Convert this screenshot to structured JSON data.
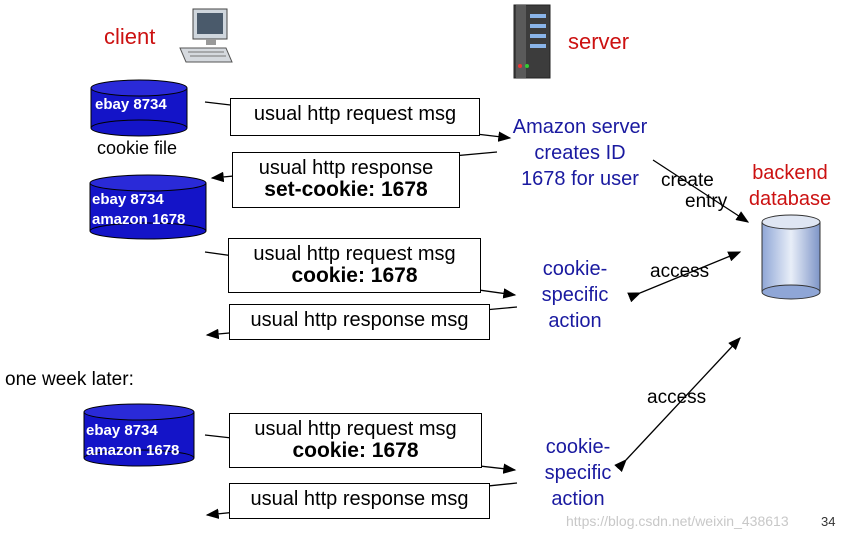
{
  "client_label": "client",
  "server_label": "server",
  "cookie_file_label": "cookie file",
  "later_label": "one week later:",
  "store1": {
    "line1": "ebay 8734"
  },
  "store2": {
    "line1": "ebay 8734",
    "line2": "amazon 1678"
  },
  "store3": {
    "line1": "ebay 8734",
    "line2": "amazon 1678"
  },
  "msgs": {
    "m1": {
      "line1": "usual http request msg"
    },
    "m2": {
      "line1": "usual http response",
      "line2": "set-cookie: 1678"
    },
    "m3": {
      "line1": "usual http request msg",
      "line2": "cookie: 1678"
    },
    "m4": {
      "line1": "usual http response msg"
    },
    "m5": {
      "line1": "usual http request msg",
      "line2": "cookie: 1678"
    },
    "m6": {
      "line1": "usual http response msg"
    }
  },
  "server_note": {
    "line1": "Amazon server",
    "line2": "creates ID",
    "line3": "1678 for user"
  },
  "action1": {
    "line1": "cookie-",
    "line2": "specific",
    "line3": "action"
  },
  "action2": {
    "line1": "cookie-",
    "line2": "specific",
    "line3": "action"
  },
  "create_entry": {
    "line1": "create",
    "line2": "entry"
  },
  "access1": "access",
  "access2": "access",
  "backend": {
    "line1": "backend",
    "line2": "database"
  },
  "page_number": "34",
  "watermark": "https://blog.csdn.net/weixin_438613"
}
